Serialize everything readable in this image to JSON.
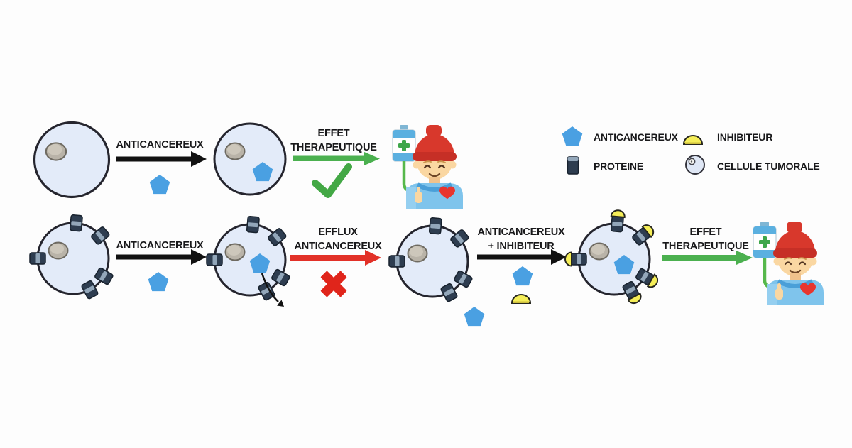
{
  "colors": {
    "background": "#fdfdfd",
    "drug_blue": "#4aa0e2",
    "protein_navy": "#2e3d50",
    "protein_light": "#93a7ba",
    "inhibitor_yellow": "#f5ee58",
    "cell_fill": "#e3ebf9",
    "cell_outline": "#25252e",
    "nucleus_fill": "#b9b3a8",
    "arrow_black": "#111111",
    "arrow_green": "#4bb04f",
    "arrow_red": "#e23128",
    "check_green": "#43a845",
    "cross_red": "#e0251b",
    "text": "#18181a"
  },
  "top_row": {
    "treatment_arrow_label": "ANTICANCEREUX",
    "effect_label": [
      "EFFET",
      "THERAPEUTIQUE"
    ]
  },
  "bottom_row": {
    "treatment_arrow_label": "ANTICANCEREUX",
    "efflux_label": [
      "EFFLUX",
      "ANTICANCEREUX"
    ],
    "combo_arrow_label": [
      "ANTICANCEREUX",
      "+ INHIBITEUR"
    ],
    "effect_label": [
      "EFFET",
      "THERAPEUTIQUE"
    ]
  },
  "legend": {
    "items": [
      {
        "icon": "pentagon-icon",
        "label": "ANTICANCEREUX"
      },
      {
        "icon": "inhibitor-icon",
        "label": "INHIBITEUR"
      },
      {
        "icon": "protein-icon",
        "label": "PROTEINE"
      },
      {
        "icon": "tumor-cell-icon",
        "label": "CELLULE TUMORALE"
      }
    ]
  }
}
